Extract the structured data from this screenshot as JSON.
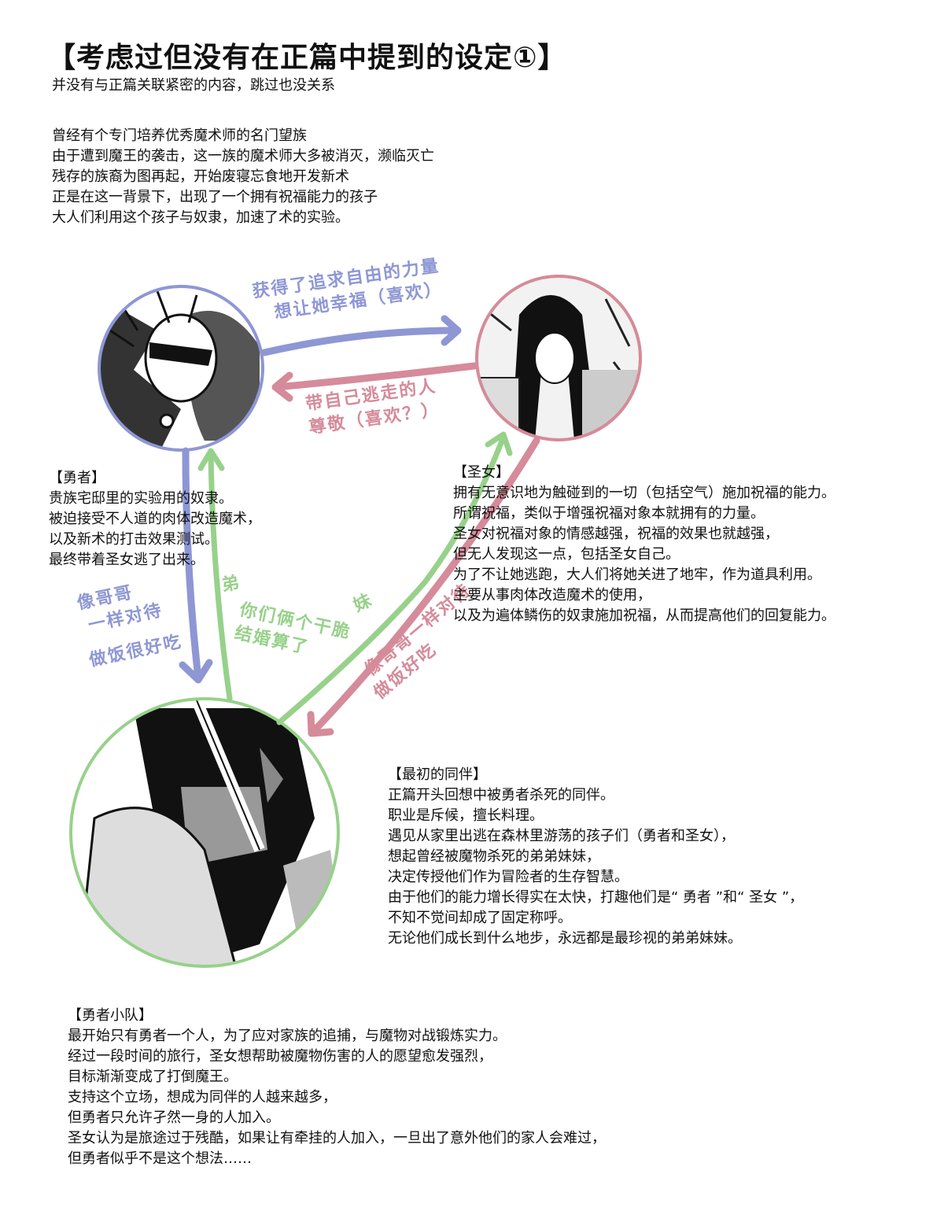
{
  "header": {
    "title": "【考虑过但没有在正篇中提到的设定①】",
    "subtitle": "并没有与正篇关联紧密的内容，跳过也没关系"
  },
  "intro": [
    "曾经有个专门培养优秀魔术师的名门望族",
    "由于遭到魔王的袭击，这一族的魔术师大多被消灭，濒临灭亡",
    "残存的族裔为图再起，开始废寝忘食地开发新术",
    "正是在这一背景下，出现了一个拥有祝福能力的孩子",
    "大人们利用这个孩子与奴隶，加速了术的实验。"
  ],
  "colors": {
    "hero": "#8e97d4",
    "saintess": "#d58b9a",
    "companion": "#97d18a"
  },
  "relations": {
    "hero_to_saintess": [
      "获得了追求自由的力量",
      "想让她幸福（喜欢）"
    ],
    "saintess_to_hero": [
      "带自己逃走的人",
      "尊敬（喜欢？）"
    ],
    "hero_to_companion": [
      "像哥哥",
      "一样对待",
      "做饭很好吃"
    ],
    "companion_to_hero": "弟",
    "companion_to_saintess": "妹",
    "companion_note": [
      "你们俩个干脆",
      "结婚算了"
    ],
    "saintess_to_companion": [
      "像哥哥一样对待",
      "做饭好吃"
    ]
  },
  "hero": {
    "heading": "【勇者】",
    "lines": [
      "贵族宅邸里的实验用的奴隶。",
      "被迫接受不人道的肉体改造魔术，",
      "以及新术的打击效果测试。",
      "最终带着圣女逃了出来。"
    ]
  },
  "saintess": {
    "heading": "【圣女】",
    "lines": [
      "拥有无意识地为触碰到的一切（包括空气）施加祝福的能力。",
      "所谓祝福，类似于增强祝福对象本就拥有的力量。",
      "圣女对祝福对象的情感越强，祝福的效果也就越强，",
      "但无人发现这一点，包括圣女自己。",
      "为了不让她逃跑，大人们将她关进了地牢，作为道具利用。",
      "主要从事肉体改造魔术的使用，",
      "以及为遍体鳞伤的奴隶施加祝福，从而提高他们的回复能力。"
    ]
  },
  "companion": {
    "heading": "【最初的同伴】",
    "lines": [
      "正篇开头回想中被勇者杀死的同伴。",
      "职业是斥候，擅长料理。",
      "遇见从家里出逃在森林里游荡的孩子们（勇者和圣女），",
      "想起曾经被魔物杀死的弟弟妹妹，",
      "决定传授他们作为冒险者的生存智慧。",
      "由于他们的能力增长得实在太快，打趣他们是“ 勇者 ”和“ 圣女 ”，",
      "不知不觉间却成了固定称呼。",
      "无论他们成长到什么地步，永远都是最珍视的弟弟妹妹。"
    ]
  },
  "party": {
    "heading": "【勇者小队】",
    "lines": [
      "最开始只有勇者一个人，为了应对家族的追捕，与魔物对战锻炼实力。",
      "经过一段时间的旅行，圣女想帮助被魔物伤害的人的愿望愈发强烈，",
      "目标渐渐变成了打倒魔王。",
      "支持这个立场，想成为同伴的人越来越多，",
      "但勇者只允许孑然一身的人加入。",
      "圣女认为是旅途过于残酷，如果让有牵挂的人加入，一旦出了意外他们的家人会难过，",
      "但勇者似乎不是这个想法……"
    ]
  }
}
